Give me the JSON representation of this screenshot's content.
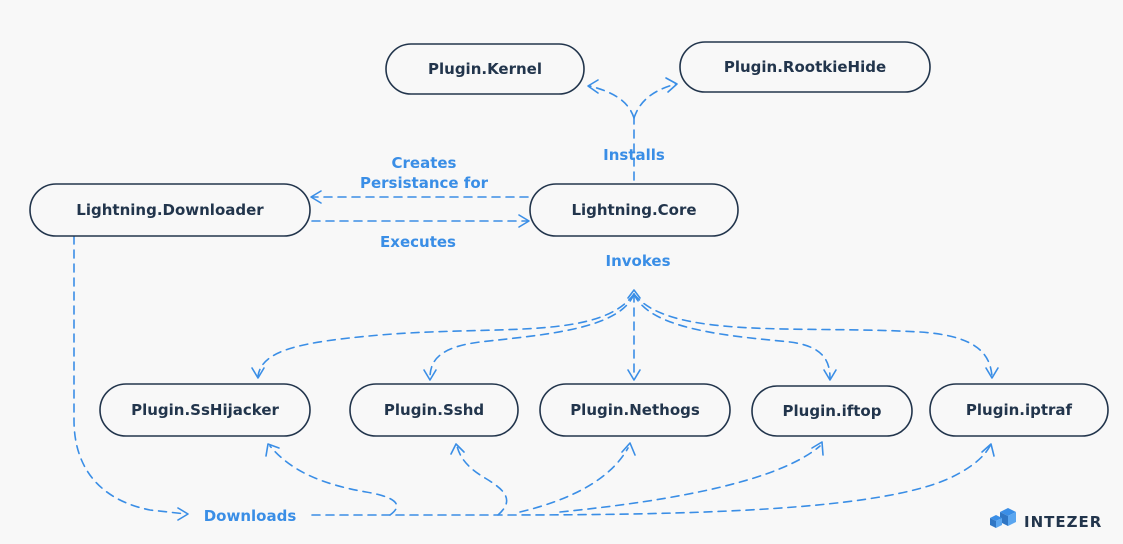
{
  "nodes": {
    "plugin_kernel": "Plugin.Kernel",
    "plugin_rootkiehide": "Plugin.RootkieHide",
    "lightning_downloader": "Lightning.Downloader",
    "lightning_core": "Lightning.Core",
    "plugin_sshijacker": "Plugin.SsHijacker",
    "plugin_sshd": "Plugin.Sshd",
    "plugin_nethogs": "Plugin.Nethogs",
    "plugin_iftop": "Plugin.iftop",
    "plugin_iptraf": "Plugin.iptraf"
  },
  "edge_labels": {
    "installs": "Installs",
    "creates_line1": "Creates",
    "creates_line2": "Persistance for",
    "executes": "Executes",
    "invokes": "Invokes",
    "downloads": "Downloads"
  },
  "brand": {
    "name": "INTEZER",
    "logo_icon": "intezer-cube-logo-icon"
  },
  "colors": {
    "node_outline": "#22354c",
    "edge": "#3a8ee6",
    "background": "#f8f8f8"
  }
}
